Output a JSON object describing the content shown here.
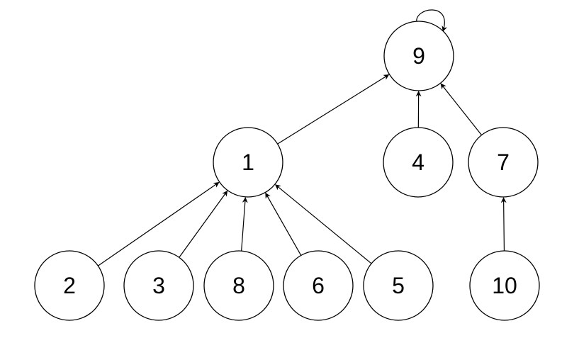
{
  "diagram": {
    "type": "tree",
    "nodes": [
      {
        "id": "9",
        "label": "9"
      },
      {
        "id": "1",
        "label": "1"
      },
      {
        "id": "4",
        "label": "4"
      },
      {
        "id": "7",
        "label": "7"
      },
      {
        "id": "2",
        "label": "2"
      },
      {
        "id": "3",
        "label": "3"
      },
      {
        "id": "8",
        "label": "8"
      },
      {
        "id": "6",
        "label": "6"
      },
      {
        "id": "5",
        "label": "5"
      },
      {
        "id": "10",
        "label": "10"
      }
    ],
    "edges": [
      {
        "from": "9",
        "to": "9"
      },
      {
        "from": "1",
        "to": "9"
      },
      {
        "from": "4",
        "to": "9"
      },
      {
        "from": "7",
        "to": "9"
      },
      {
        "from": "2",
        "to": "1"
      },
      {
        "from": "3",
        "to": "1"
      },
      {
        "from": "8",
        "to": "1"
      },
      {
        "from": "6",
        "to": "1"
      },
      {
        "from": "5",
        "to": "1"
      },
      {
        "from": "10",
        "to": "7"
      }
    ]
  }
}
